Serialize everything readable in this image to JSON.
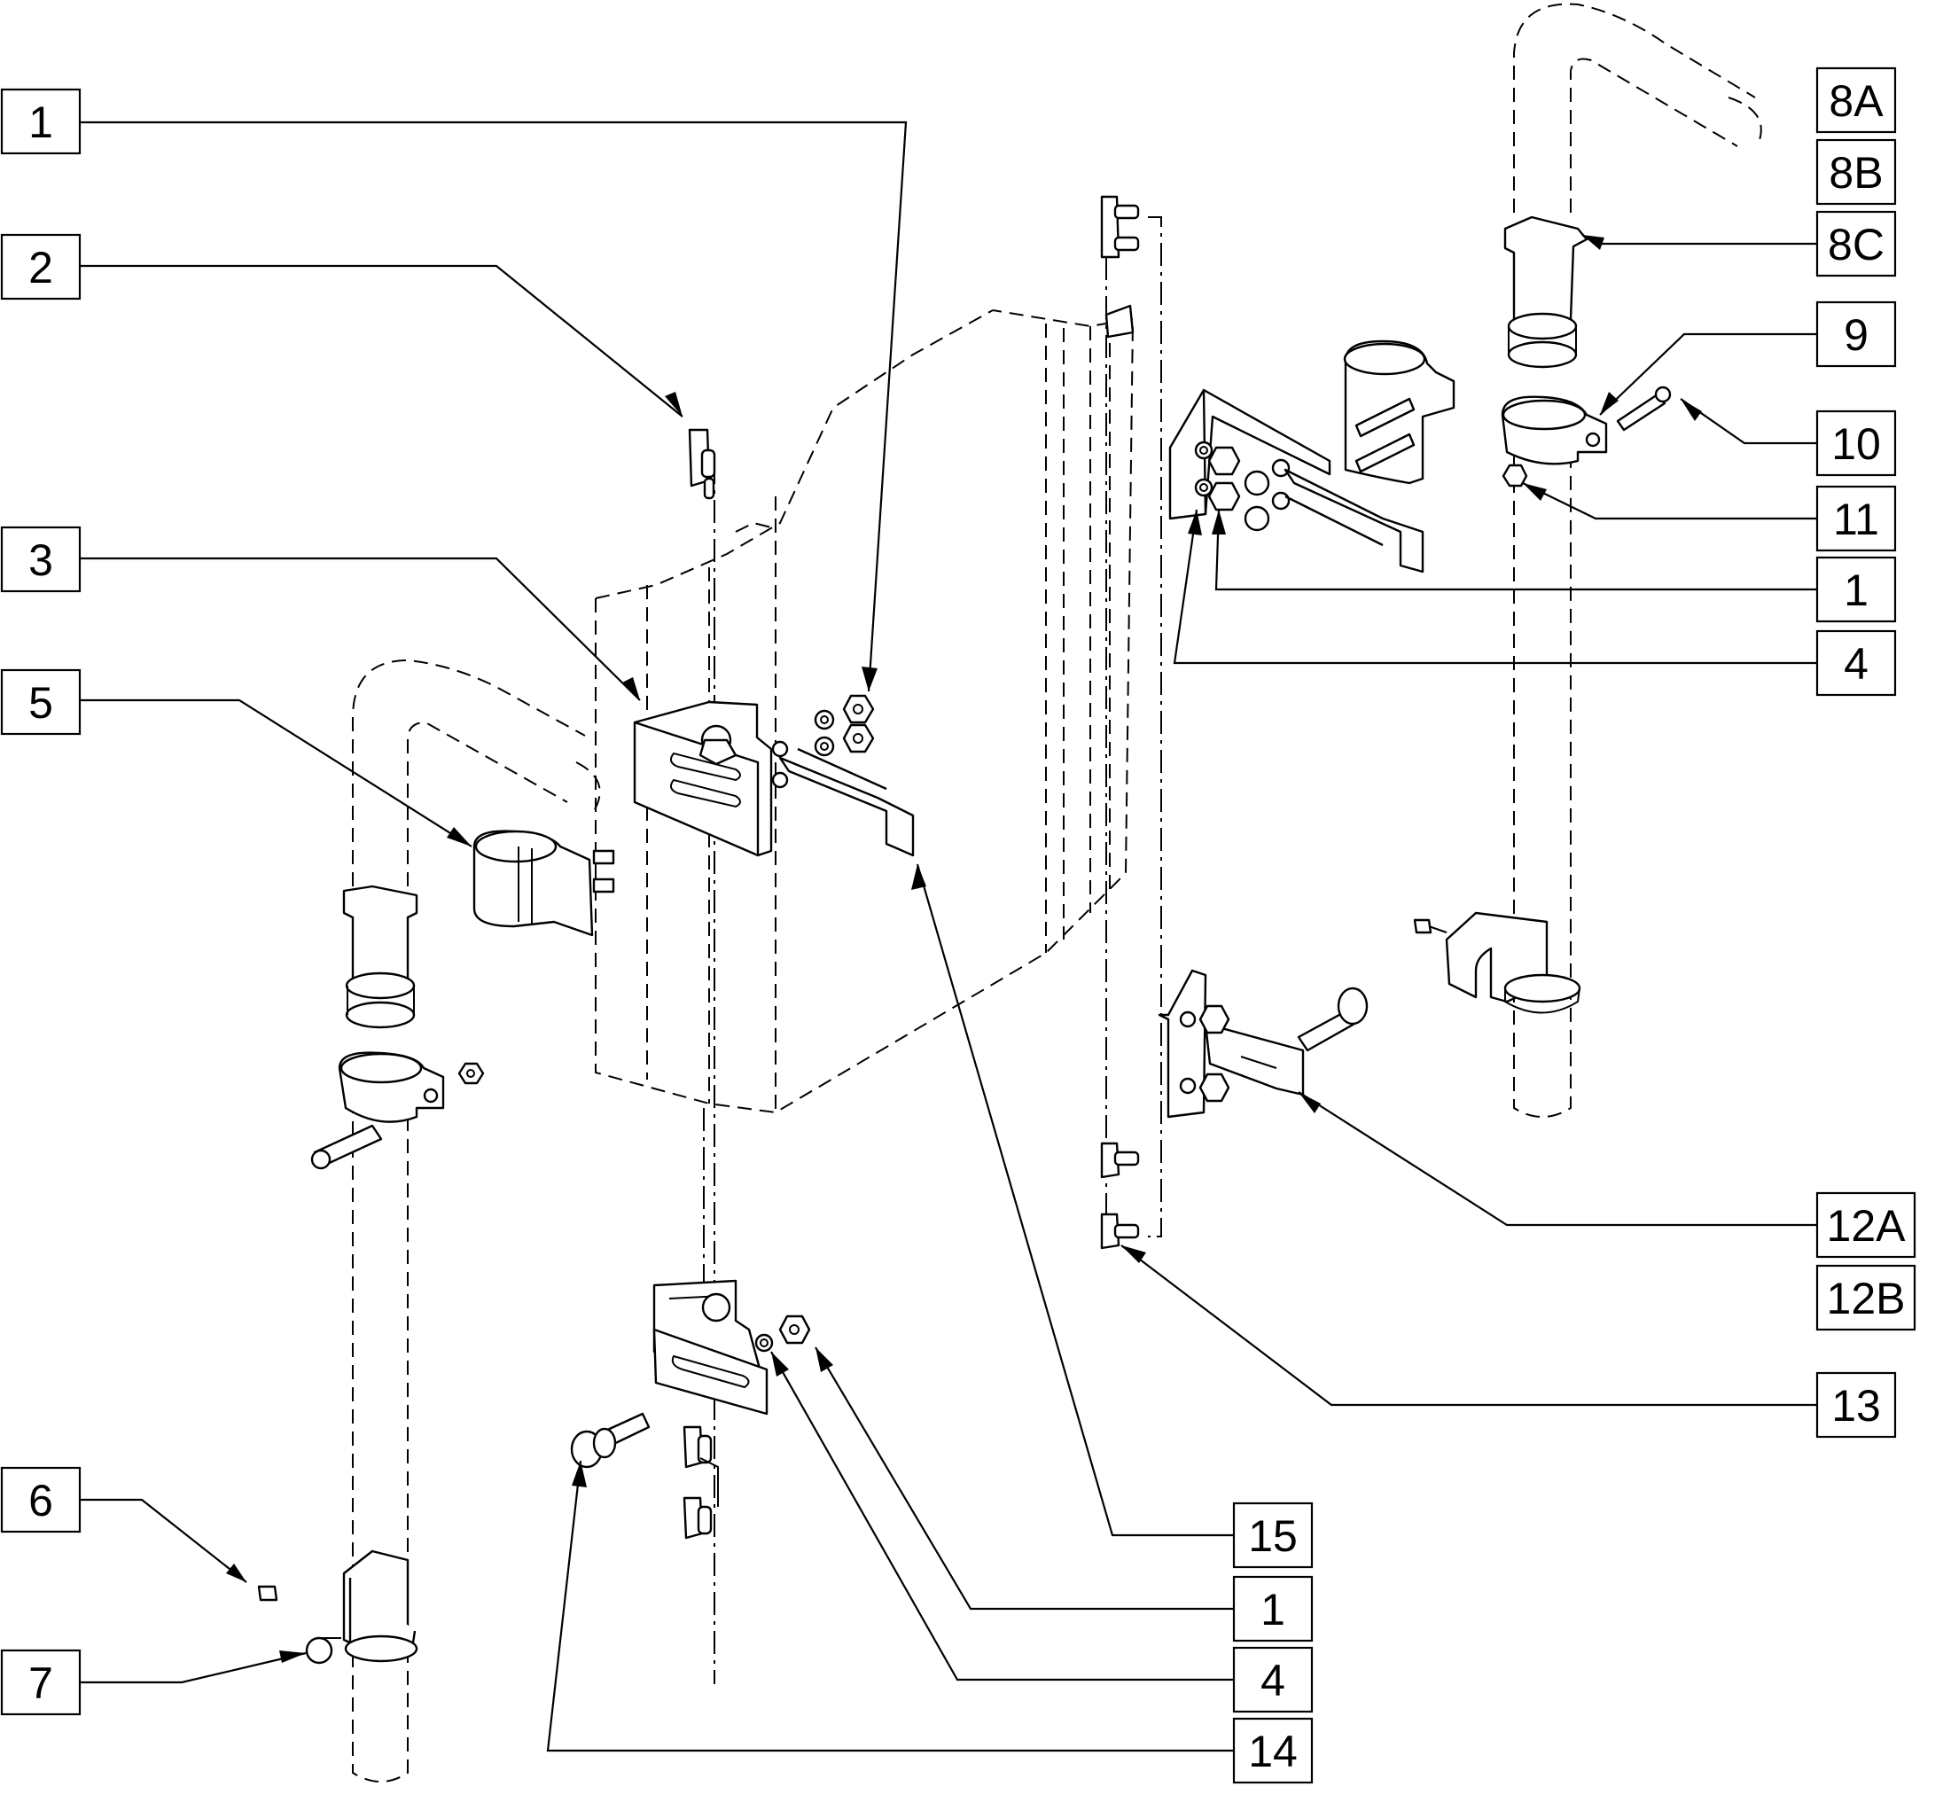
{
  "callouts": [
    {
      "id": "c-1-top-left",
      "label": "1"
    },
    {
      "id": "c-2",
      "label": "2"
    },
    {
      "id": "c-3",
      "label": "3"
    },
    {
      "id": "c-5",
      "label": "5"
    },
    {
      "id": "c-6",
      "label": "6"
    },
    {
      "id": "c-7",
      "label": "7"
    },
    {
      "id": "c-8a",
      "label": "8A"
    },
    {
      "id": "c-8b",
      "label": "8B"
    },
    {
      "id": "c-8c",
      "label": "8C"
    },
    {
      "id": "c-9",
      "label": "9"
    },
    {
      "id": "c-10",
      "label": "10"
    },
    {
      "id": "c-11",
      "label": "11"
    },
    {
      "id": "c-1-right",
      "label": "1"
    },
    {
      "id": "c-4-right",
      "label": "4"
    },
    {
      "id": "c-12a",
      "label": "12A"
    },
    {
      "id": "c-12b",
      "label": "12B"
    },
    {
      "id": "c-13",
      "label": "13"
    },
    {
      "id": "c-15",
      "label": "15"
    },
    {
      "id": "c-1-bottom",
      "label": "1"
    },
    {
      "id": "c-4-bottom",
      "label": "4"
    },
    {
      "id": "c-14",
      "label": "14"
    }
  ]
}
